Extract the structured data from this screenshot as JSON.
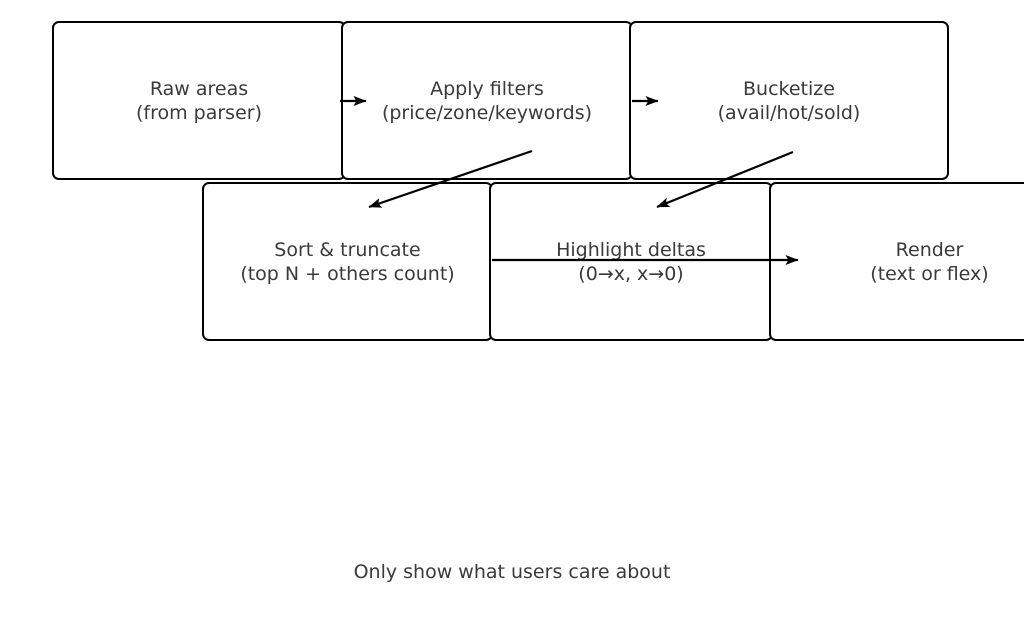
{
  "diagram": {
    "background": "#ffffff",
    "border_color": "#000000",
    "text_color": "#3a3a3a",
    "nodes": [
      {
        "id": "raw-areas",
        "title": "Raw areas",
        "subtitle": "(from parser)"
      },
      {
        "id": "apply-filters",
        "title": "Apply filters",
        "subtitle": "(price/zone/keywords)"
      },
      {
        "id": "bucketize",
        "title": "Bucketize",
        "subtitle": "(avail/hot/sold)"
      },
      {
        "id": "sort-truncate",
        "title": "Sort & truncate",
        "subtitle": "(top N + others count)"
      },
      {
        "id": "highlight-deltas",
        "title": "Highlight deltas",
        "subtitle": "(0→x, x→0)"
      },
      {
        "id": "render",
        "title": "Render",
        "subtitle": "(text or flex)"
      }
    ],
    "edges": [
      {
        "from": "raw-areas",
        "to": "apply-filters"
      },
      {
        "from": "apply-filters",
        "to": "bucketize"
      },
      {
        "from": "apply-filters",
        "to": "sort-truncate"
      },
      {
        "from": "bucketize",
        "to": "highlight-deltas"
      },
      {
        "from": "sort-truncate",
        "to": "render"
      }
    ],
    "caption": "Only show what users care about"
  }
}
